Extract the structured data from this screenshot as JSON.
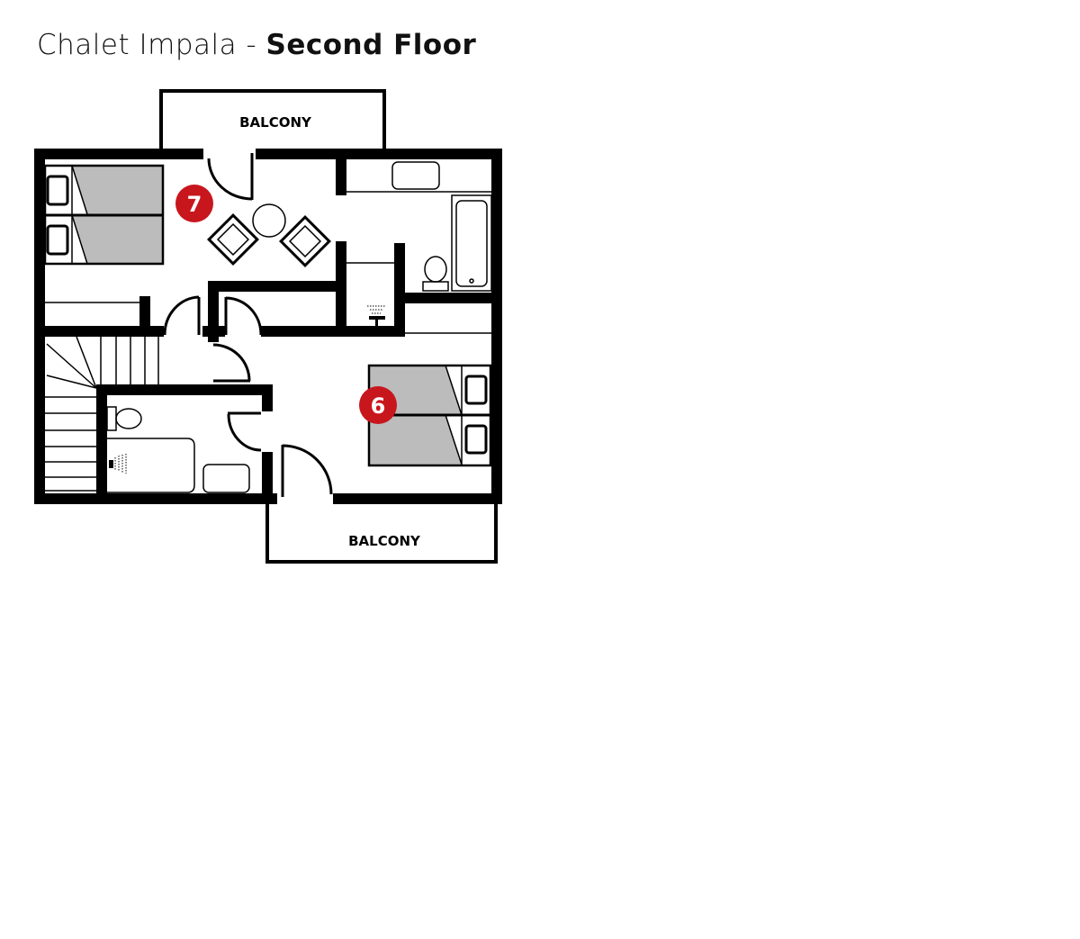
{
  "title": {
    "property": "Chalet Impala - ",
    "floor": "Second Floor"
  },
  "labels": {
    "balcony_top": "BALCONY",
    "balcony_bottom": "BALCONY"
  },
  "rooms": [
    {
      "number": "7",
      "bed": "double"
    },
    {
      "number": "6",
      "bed": "double"
    }
  ],
  "colors": {
    "badge": "#c8161d",
    "bed": "#bcbcbc",
    "wall": "#000000"
  }
}
